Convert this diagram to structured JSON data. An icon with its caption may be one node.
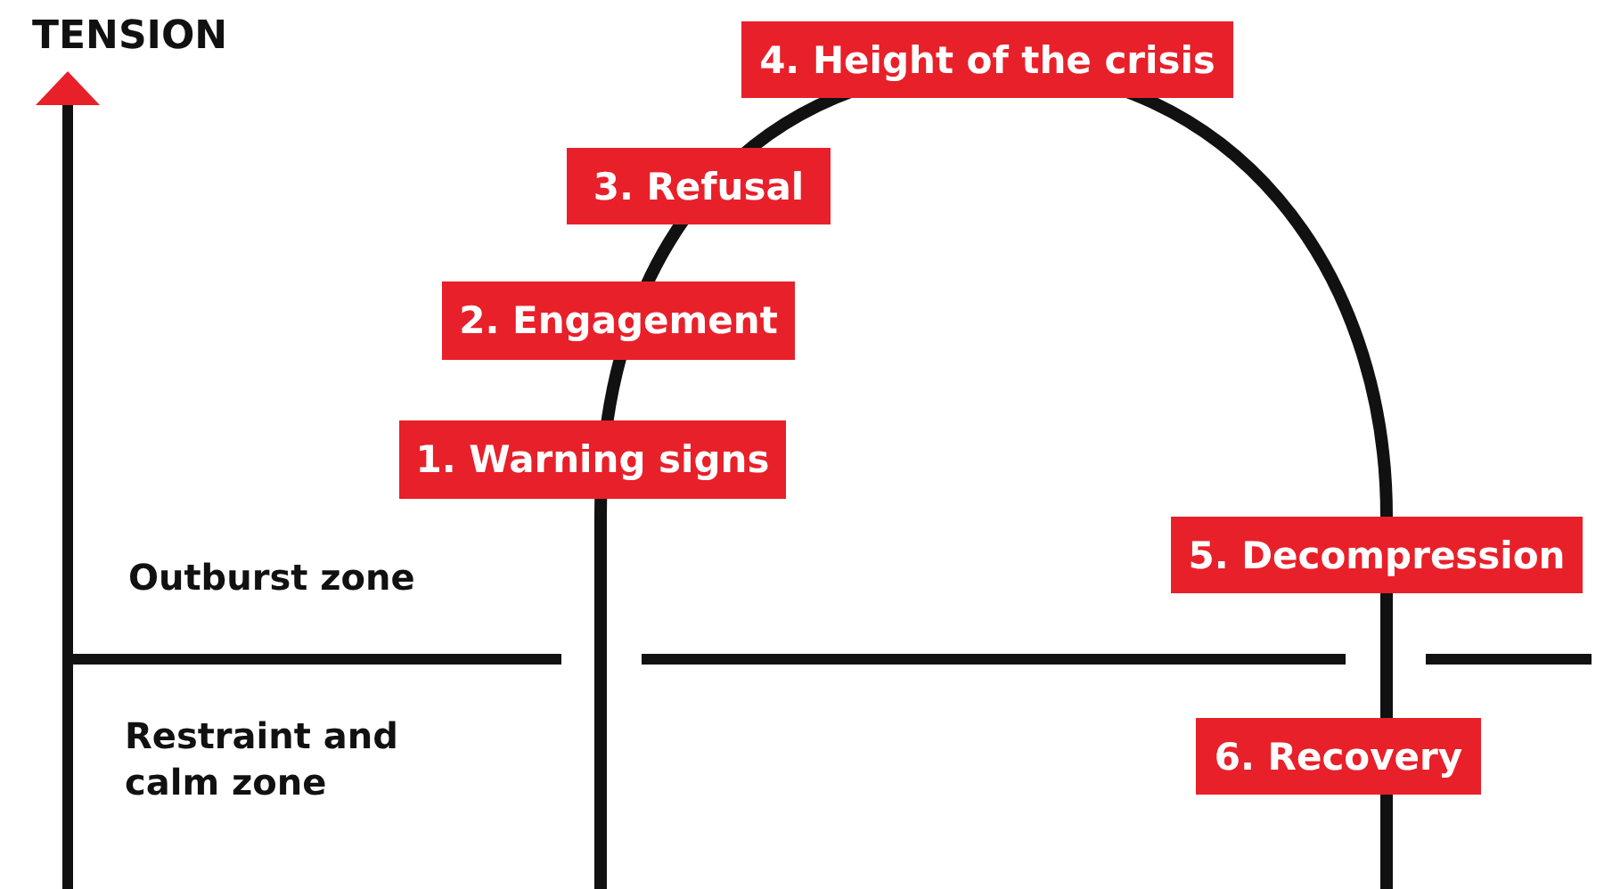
{
  "diagram": {
    "nodes": [
      {
        "text": [
          "1. Warning signs"
        ]
      },
      {
        "text": [
          "2. Engagement"
        ]
      },
      {
        "text": [
          "3. Refusal"
        ]
      },
      {
        "text": [
          "4. Height of the crisis"
        ]
      },
      {
        "text": [
          "5. Decompression"
        ]
      },
      {
        "text": [
          "6. Recovery"
        ]
      }
    ],
    "edges": [],
    "labels": [
      "TENSION",
      "Outburst zone",
      "Restraint and calm zone"
    ]
  }
}
